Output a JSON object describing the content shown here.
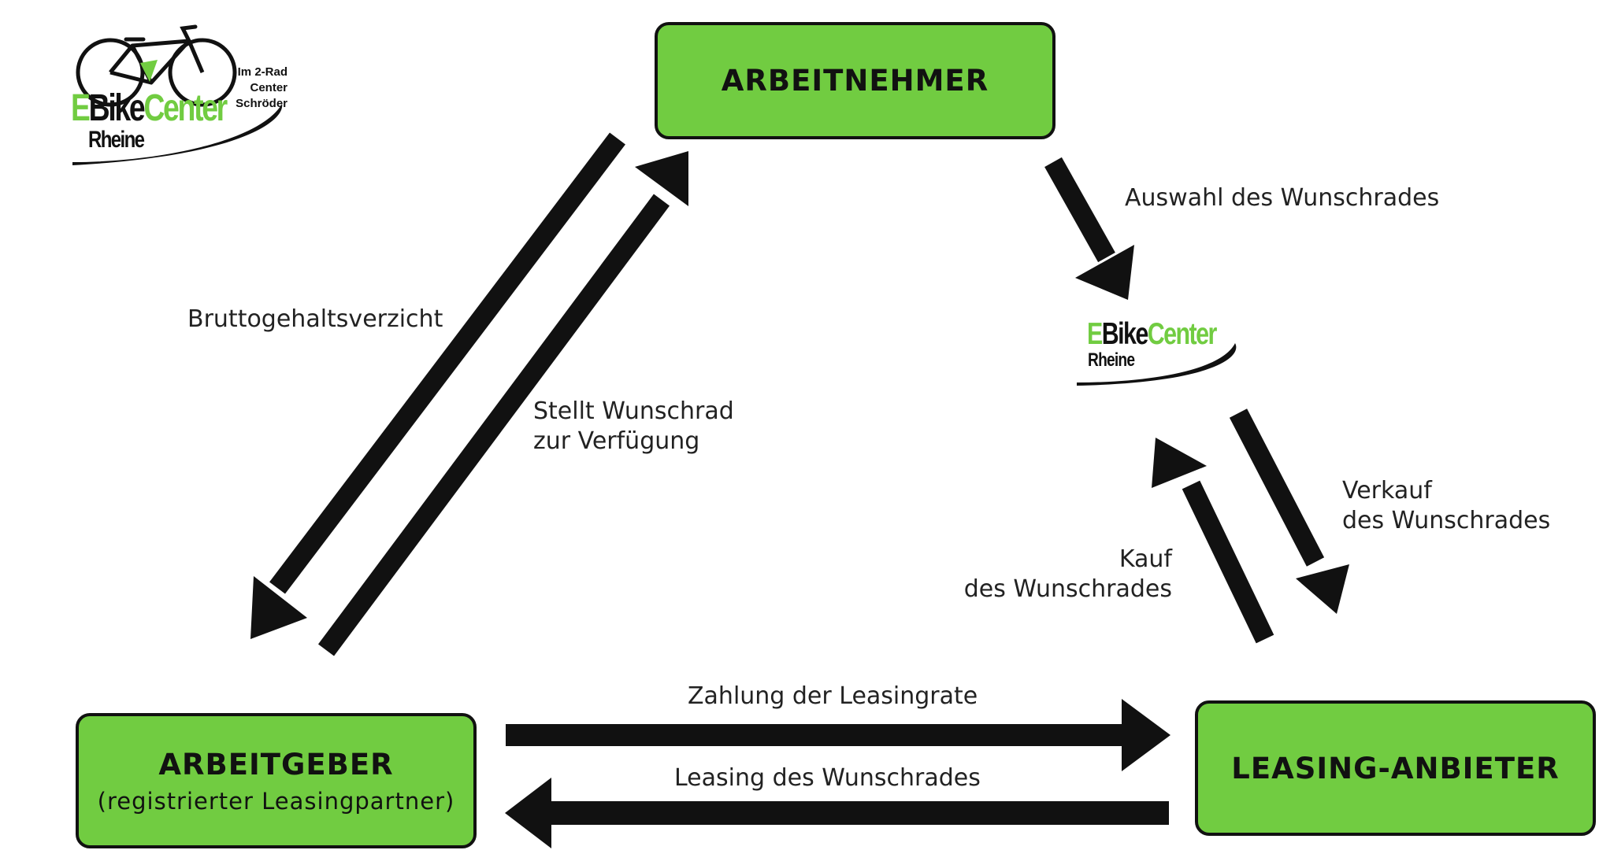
{
  "colors": {
    "box_fill": "#71cc41",
    "arrow": "#111111",
    "logo_green": "#71cc41",
    "logo_dark": "#111111"
  },
  "logo_top": {
    "name_e": "E",
    "name_bike": "Bike",
    "name_center": "Center",
    "city": "Rheine",
    "tagline_1": "Im 2-Rad Center",
    "tagline_2": "Schröder",
    "icon": "e-bike-icon"
  },
  "logo_mid": {
    "name_e": "E",
    "name_bike": "Bike",
    "name_center": "Center",
    "city": "Rheine"
  },
  "nodes": {
    "arbeitnehmer": "ARBEITNEHMER",
    "arbeitgeber": "ARBEITGEBER",
    "arbeitgeber_sub": "(registrierter Leasingpartner)",
    "leasing": "LEASING-ANBIETER"
  },
  "edges": {
    "bruttogehalt": "Bruttogehaltsverzicht",
    "stellt_1": "Stellt Wunschrad",
    "stellt_2": "zur Verfügung",
    "auswahl": "Auswahl des Wunschrades",
    "verkauf_1": "Verkauf",
    "verkauf_2": "des Wunschrades",
    "kauf_1": "Kauf",
    "kauf_2": "des Wunschrades",
    "zahlung": "Zahlung der Leasingrate",
    "leasing": "Leasing des Wunschrades"
  }
}
